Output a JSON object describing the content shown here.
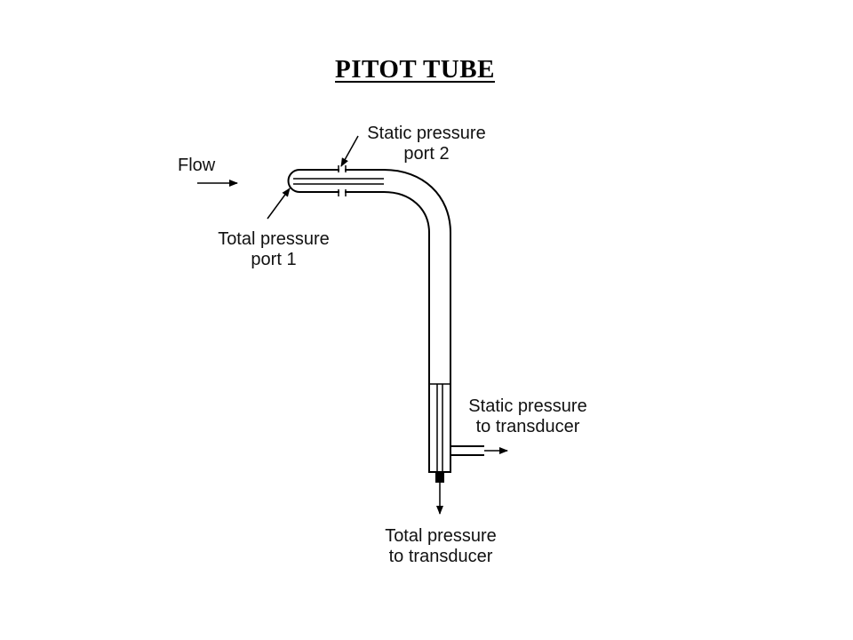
{
  "title": "PITOT TUBE",
  "labels": {
    "flow": "Flow",
    "static_port": [
      "Static pressure",
      "port 2"
    ],
    "total_port": [
      "Total pressure",
      "port 1"
    ],
    "static_out": [
      "Static pressure",
      "to transducer"
    ],
    "total_out": [
      "Total pressure",
      "to transducer"
    ]
  }
}
